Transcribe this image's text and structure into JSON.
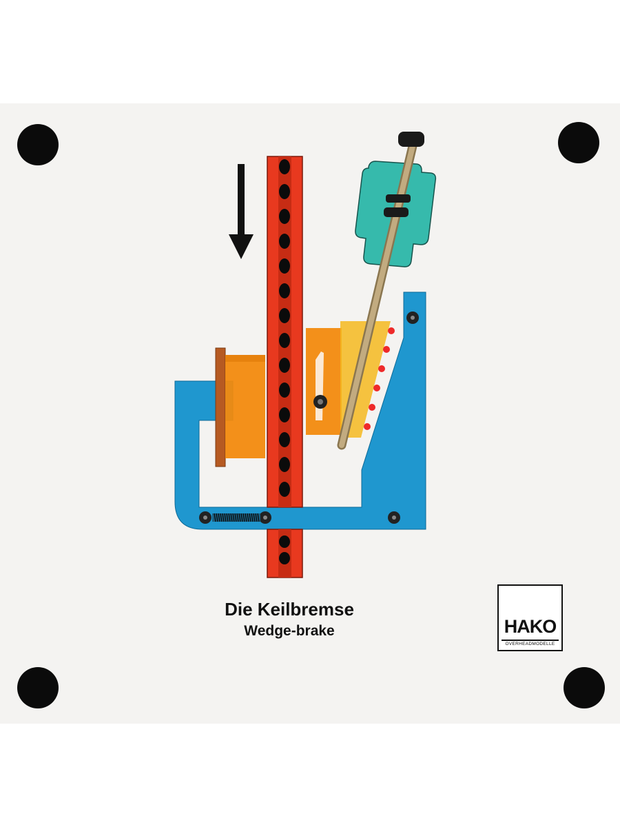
{
  "title_de": "Die Keilbremse",
  "title_en": "Wedge-brake",
  "logo": {
    "brand": "HAKO",
    "tagline": "OVERHEADMODELLE"
  },
  "colors": {
    "board": "#f4f3f1",
    "rail": "#e8391f",
    "frame": "#1f97cf",
    "brake_block": "#f28a0e",
    "wedge": "#f5b820",
    "cap": "#2cb7a9",
    "screw": "#b8a07a",
    "dots": "#ee2a2a",
    "mount_hole": "#0b0b0b"
  }
}
